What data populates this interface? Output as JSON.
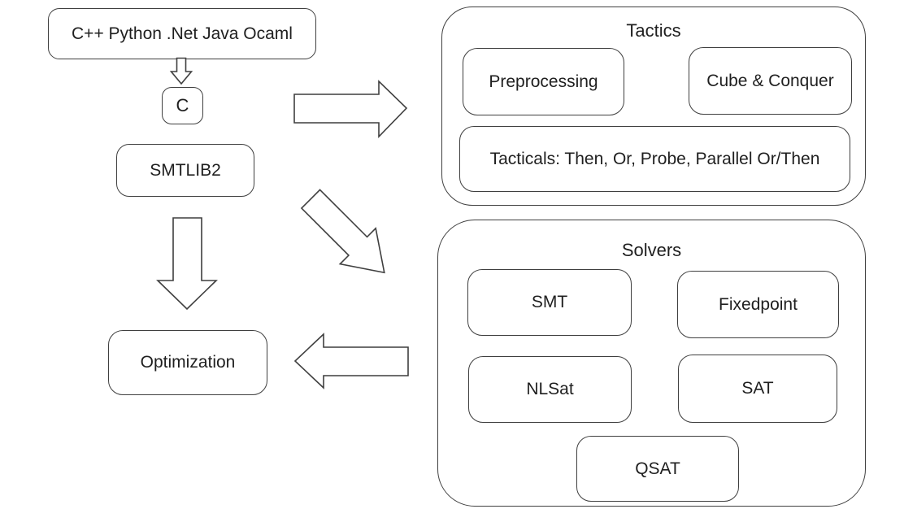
{
  "colors": {
    "stroke": "#3f3f3f",
    "text": "#1f1f1f",
    "background": "#ffffff"
  },
  "nodes": {
    "bindings": {
      "label": "C++ Python .Net Java Ocaml"
    },
    "c_api": {
      "label": "C"
    },
    "smtlib2": {
      "label": "SMTLIB2"
    },
    "optimization": {
      "label": "Optimization"
    }
  },
  "groups": {
    "tactics": {
      "title": "Tactics",
      "items": [
        "Preprocessing",
        "Cube & Conquer",
        "Tacticals: Then, Or, Probe, Parallel Or/Then"
      ]
    },
    "solvers": {
      "title": "Solvers",
      "items": [
        "SMT",
        "Fixedpoint",
        "NLSat",
        "SAT",
        "QSAT"
      ]
    }
  },
  "icons": {
    "arrows": [
      {
        "name": "arrow-down-small-icon",
        "direction": "down",
        "from": "bindings",
        "to": "c_api"
      },
      {
        "name": "arrow-right-icon",
        "direction": "right",
        "from": "left-column",
        "to": "tactics"
      },
      {
        "name": "arrow-down-large-icon",
        "direction": "down",
        "from": "smtlib2",
        "to": "optimization"
      },
      {
        "name": "arrow-diagonal-icon",
        "direction": "down-right",
        "from": "left-column",
        "to": "solvers"
      },
      {
        "name": "arrow-left-icon",
        "direction": "left",
        "from": "solvers",
        "to": "optimization"
      }
    ]
  }
}
